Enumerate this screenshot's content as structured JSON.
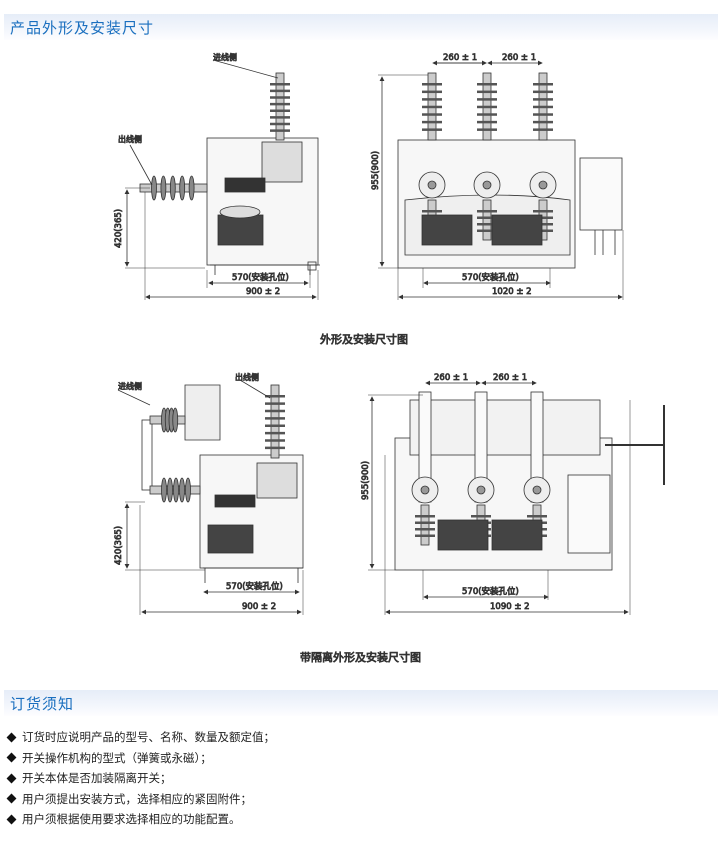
{
  "sections": {
    "dimensions_title": "产品外形及安装尺寸",
    "ordering_title": "订货须知"
  },
  "figure1": {
    "caption": "外形及安装尺寸图",
    "side": {
      "inlet_label": "进线侧",
      "outlet_label": "出线侧",
      "height_dim": "420(365)",
      "mount_dim": "570(安装孔位)",
      "width_dim": "900 ± 2"
    },
    "front": {
      "pitch_dim_1": "260 ± 1",
      "pitch_dim_2": "260 ± 1",
      "height_dim": "955(900)",
      "mount_dim": "570(安装孔位)",
      "width_dim": "1020 ± 2"
    }
  },
  "figure2": {
    "caption": "带隔离外形及安装尺寸图",
    "side": {
      "inlet_label": "进线侧",
      "outlet_label": "出线侧",
      "height_dim": "420(365)",
      "mount_dim": "570(安装孔位)",
      "width_dim": "900 ± 2"
    },
    "front": {
      "pitch_dim_1": "260 ± 1",
      "pitch_dim_2": "260 ± 1",
      "height_dim": "955(900)",
      "mount_dim": "570(安装孔位)",
      "width_dim": "1090 ± 2"
    }
  },
  "ordering_notes": [
    "订货时应说明产品的型号、名称、数量及额定值；",
    "开关操作机构的型式（弹簧或永磁）；",
    "开关本体是否加装隔离开关；",
    "用户须提出安装方式，选择相应的紧固附件；",
    "用户须根据使用要求选择相应的功能配置。"
  ],
  "colors": {
    "accent": "#1a6fbf",
    "line": "#333333"
  }
}
